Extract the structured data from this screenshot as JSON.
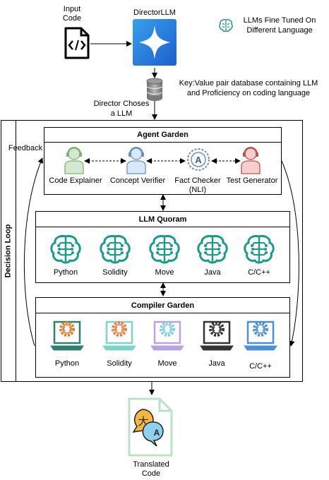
{
  "input": {
    "label_line1": "Input",
    "label_line2": "Code"
  },
  "director": {
    "title": "DirectorLLM"
  },
  "legend": {
    "line1": "LLMs Fine Tuned On",
    "line2": "Different Language"
  },
  "database": {
    "line1": "Key:Value pair database containing LLM",
    "line2": "and Proficiency on coding language"
  },
  "director_choice": {
    "line1": "Director Choses",
    "line2": "a LLM"
  },
  "decision_loop": {
    "label": "Decision Loop"
  },
  "feedback": {
    "label": "Feedback"
  },
  "agent_garden": {
    "title": "Agent Garden",
    "agents": [
      {
        "label": "Code Explainer",
        "color": "#82b366",
        "fill": "#d5e8d4"
      },
      {
        "label": "Concept Verifier",
        "color": "#6c8ebf",
        "fill": "#dae8fc"
      },
      {
        "label": "Fact Checker",
        "sub": "(NLI)",
        "color": "#6c8ebf"
      },
      {
        "label": "Test Generator",
        "color": "#b85450",
        "fill": "#f8cecc"
      }
    ]
  },
  "llm_quoram": {
    "title": "LLM Quoram",
    "models": [
      "Python",
      "Solidity",
      "Move",
      "Java",
      "C/C++"
    ],
    "color": "#1a9b8a"
  },
  "compiler_garden": {
    "title": "Compiler Garden",
    "compilers": [
      {
        "label": "Python",
        "color": "#2f7f6f",
        "gear": "#e07b2a"
      },
      {
        "label": "Solidity",
        "color": "#7fd3c9",
        "gear": "#f07b3f"
      },
      {
        "label": "Move",
        "color": "#b9a3e3",
        "gear": "#7ecfe6"
      },
      {
        "label": "Java",
        "color": "#333333",
        "gear": "#333333"
      },
      {
        "label": "C/C++",
        "color": "#4a90d9",
        "gear": "#4a90d9"
      }
    ]
  },
  "output": {
    "line1": "Translated",
    "line2": "Code"
  }
}
